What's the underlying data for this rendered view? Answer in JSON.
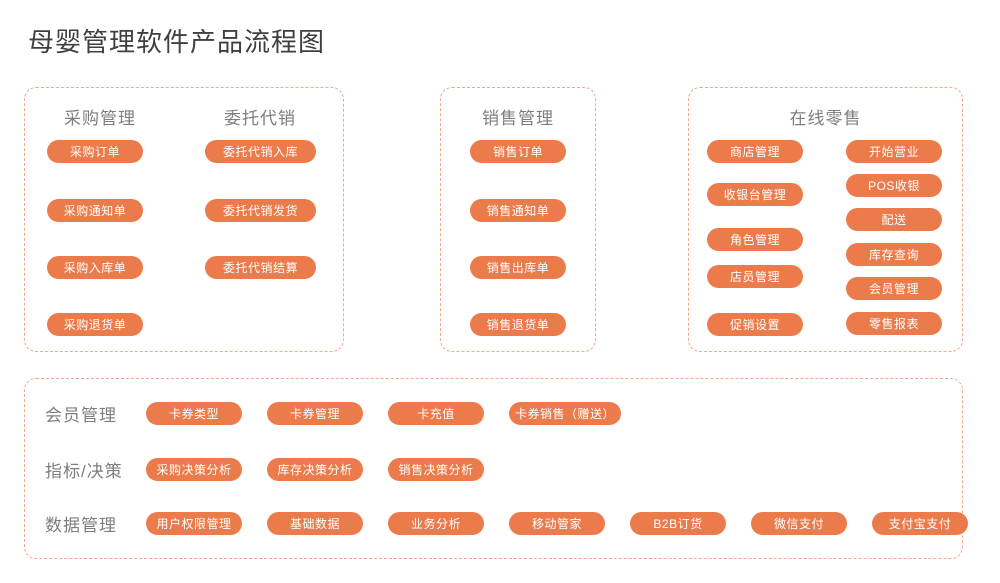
{
  "title": "母婴管理软件产品流程图",
  "theme": {
    "pill_color": "#ec7b4c",
    "panel_border_color": "#f3a985",
    "title_color": "#3f3f3f",
    "label_color": "#7e7e7e",
    "background": "#ffffff"
  },
  "panels": [
    {
      "id": "procurement-consignment",
      "columns": [
        {
          "title": "采购管理",
          "items": [
            "采购订单",
            "采购通知单",
            "采购入库单",
            "采购退货单"
          ]
        },
        {
          "title": "委托代销",
          "items": [
            "委托代销入库",
            "委托代销发货",
            "委托代销结算"
          ]
        }
      ]
    },
    {
      "id": "sales",
      "columns": [
        {
          "title": "销售管理",
          "items": [
            "销售订单",
            "销售通知单",
            "销售出库单",
            "销售退货单"
          ]
        }
      ]
    },
    {
      "id": "online-retail",
      "title": "在线零售",
      "columns": [
        {
          "title": "",
          "items": [
            "商店管理",
            "收银台管理",
            "角色管理",
            "店员管理",
            "促销设置"
          ]
        },
        {
          "title": "",
          "items": [
            "开始营业",
            "POS收银",
            "配送",
            "库存查询",
            "会员管理",
            "零售报表"
          ]
        }
      ]
    }
  ],
  "bottom": {
    "rows": [
      {
        "label": "会员管理",
        "items": [
          "卡券类型",
          "卡券管理",
          "卡充值",
          "卡券销售（赠送）"
        ]
      },
      {
        "label": "指标/决策",
        "items": [
          "采购决策分析",
          "库存决策分析",
          "销售决策分析"
        ]
      },
      {
        "label": "数据管理",
        "items": [
          "用户权限管理",
          "基础数据",
          "业务分析",
          "移动管家",
          "B2B订货",
          "微信支付",
          "支付宝支付"
        ]
      }
    ]
  }
}
